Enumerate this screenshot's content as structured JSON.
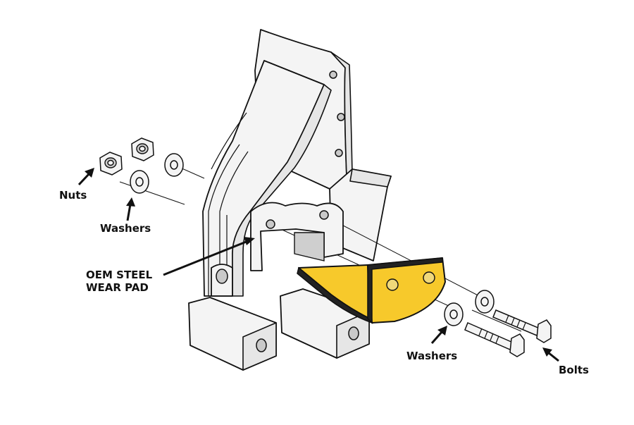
{
  "labels": {
    "nuts": "Nuts",
    "washers_left": "Washers",
    "wear_pad_line1": "OEM STEEL",
    "wear_pad_line2": "WEAR PAD",
    "washers_right": "Washers",
    "bolts": "Bolts"
  },
  "colors": {
    "wear_pad": "#f7c92b",
    "line": "#111111",
    "part_fill": "#f4f4f4"
  }
}
